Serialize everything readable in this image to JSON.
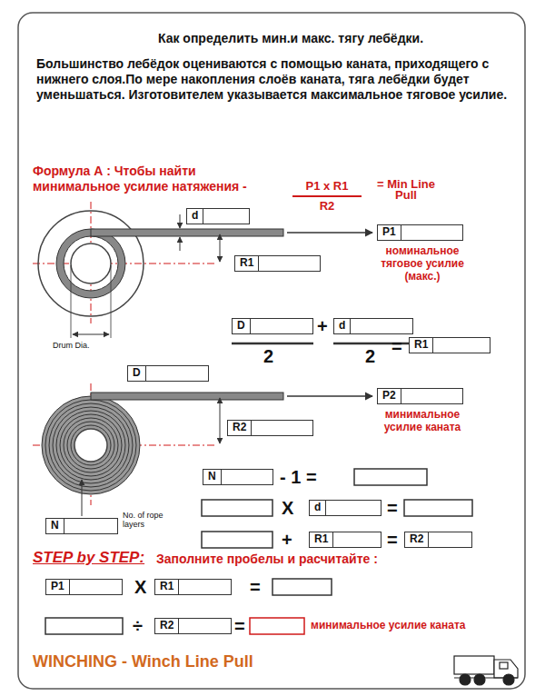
{
  "diagram": {
    "title": "Как определить мин.и макс. тягу лебёдки.",
    "nodes": [
      {
        "text": [
          "d"
        ]
      },
      {
        "text": [
          "P1"
        ]
      },
      {
        "text": [
          "R1"
        ]
      },
      {
        "text": [
          "D"
        ]
      },
      {
        "text": [
          "d"
        ]
      },
      {
        "text": [
          "R1"
        ]
      },
      {
        "text": [
          "D"
        ]
      },
      {
        "text": [
          "P2"
        ]
      },
      {
        "text": [
          "R2"
        ]
      },
      {
        "text": [
          "N"
        ]
      },
      {
        "text": [
          "d"
        ]
      },
      {
        "text": [
          "R1"
        ]
      },
      {
        "text": [
          "R2"
        ]
      },
      {
        "text": [
          "N"
        ]
      },
      {
        "text": [
          "P1"
        ]
      },
      {
        "text": [
          "R1"
        ]
      },
      {
        "text": [
          "R2"
        ]
      }
    ],
    "labels": [
      "Большинство лебёдок оцениваются с помощью каната, приходящего с нижнего слоя.По мере накопления слоёв каната, тяга лебёдки будет уменьшаться. Изготовителем указывается максимальное тяговое усилие.",
      "Формула А : Чтобы найти минимальное усилие натяжения -",
      "P1 x R1",
      "R2",
      "= Min Line Pull",
      "номинальное тяговое усилие (макс.)",
      "+",
      "2",
      "2",
      "=",
      "Drum Dia.",
      "минимальное усилие каната",
      "- 1 =",
      "X",
      "=",
      "+",
      "=",
      "No. of rope layers",
      "STEP by STEP:",
      "Заполните пробелы и расчитайте :",
      "X",
      "=",
      "÷",
      "=",
      "минимальное усилие каната",
      "WINCHING - Winch Line Pull"
    ]
  }
}
